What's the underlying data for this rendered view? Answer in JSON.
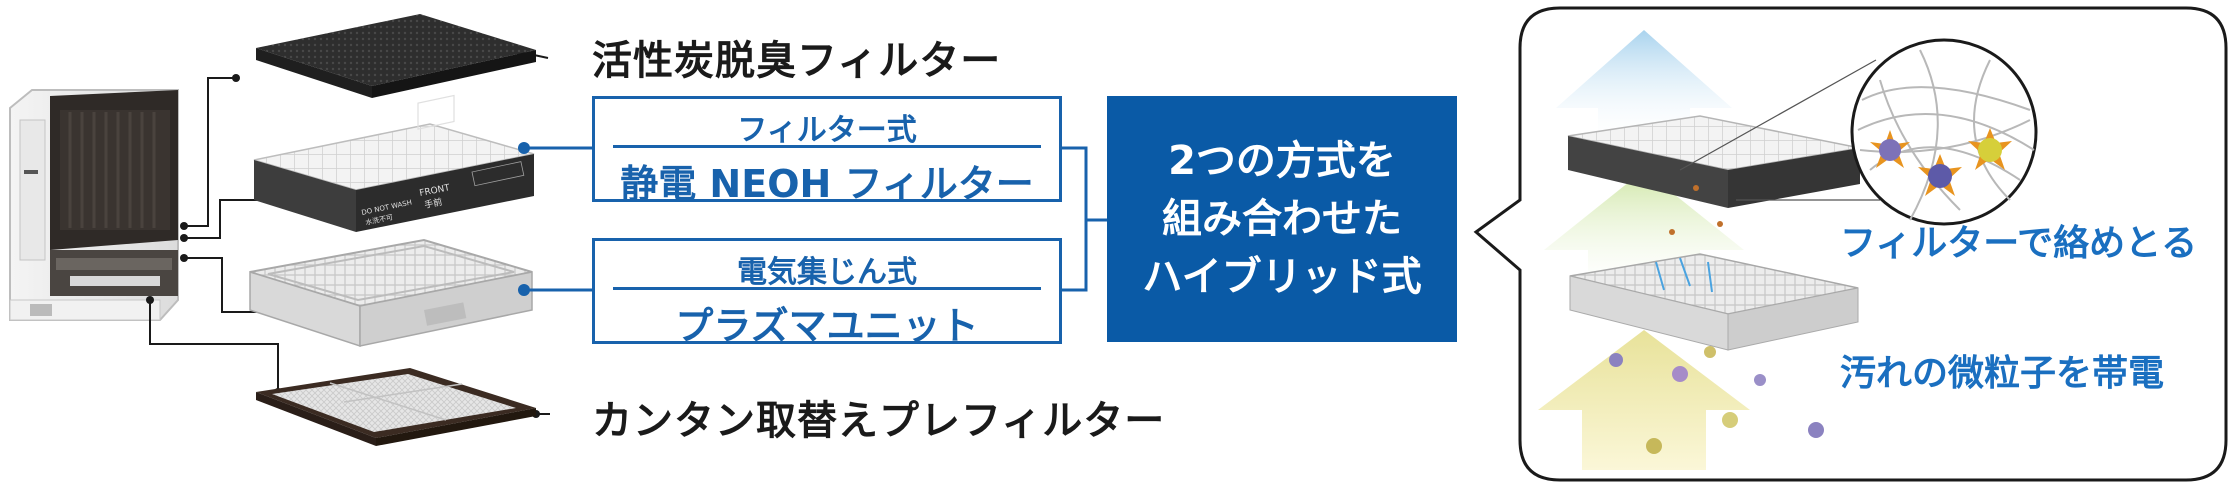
{
  "labels": {
    "carbon_filter": "活性炭脱臭フィルター",
    "pre_filter": "カンタン取替えプレフィルター"
  },
  "box_filter": {
    "method": "フィルター式",
    "name": "静電 NEOH フィルター"
  },
  "box_plasma": {
    "method": "電気集じん式",
    "name": "プラズマユニット"
  },
  "hybrid": {
    "line1": "2つの方式を",
    "line2": "組み合わせた",
    "line3": "ハイブリッド式"
  },
  "bubble": {
    "capture": "フィルターで絡めとる",
    "charge": "汚れの微粒子を帯電"
  },
  "filter_print": {
    "front_label": "FRONT",
    "front_sub": "手前",
    "wash_label": "DO NOT WASH",
    "wash_sub": "水洗不可"
  },
  "colors": {
    "brand_blue": "#0a5aa6",
    "text_blue": "#1862ac",
    "line_dark": "#1a1a1a"
  }
}
